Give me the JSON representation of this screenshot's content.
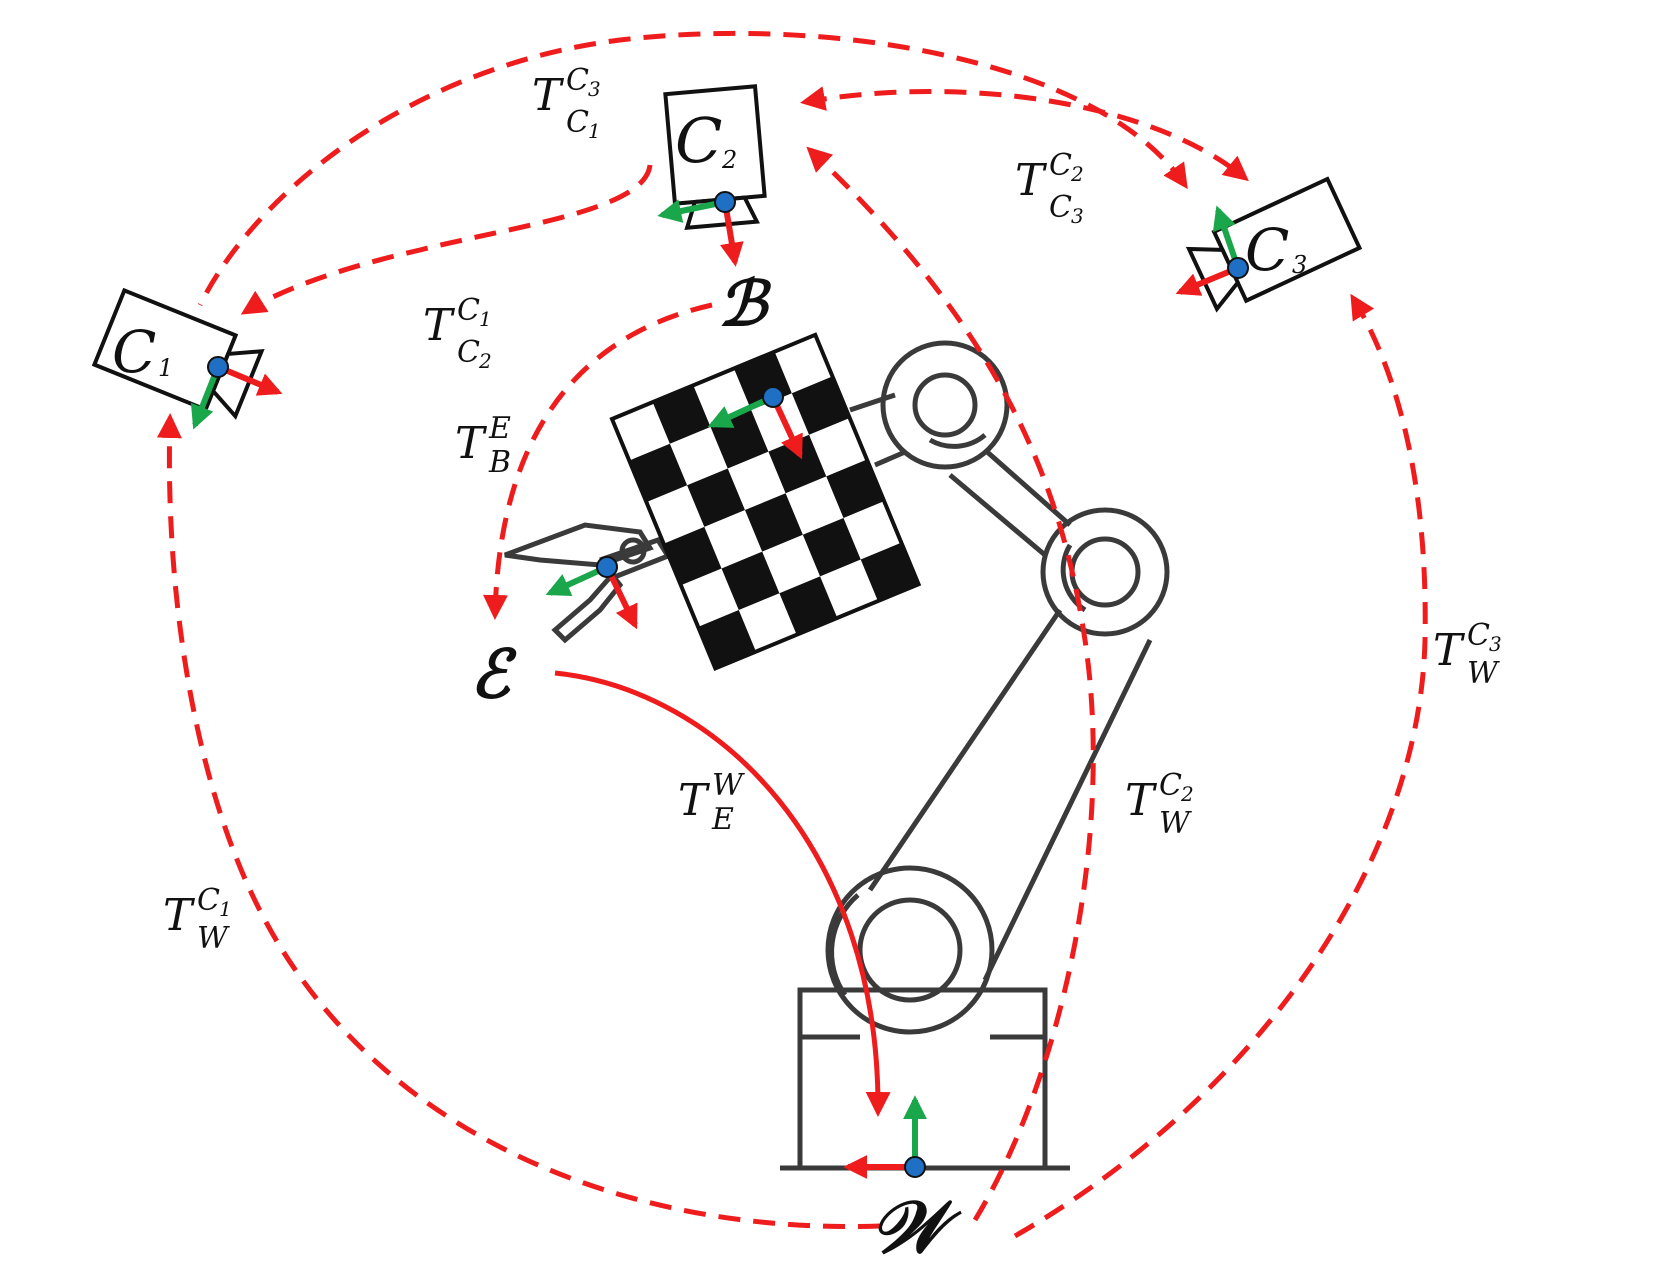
{
  "frames": {
    "c1": "C",
    "c1_sub": "1",
    "c2": "C",
    "c2_sub": "2",
    "c3": "C",
    "c3_sub": "3",
    "board": "ℬ",
    "effector": "ℰ",
    "world": "𝒲"
  },
  "transforms": [
    {
      "id": "t_c1_c3",
      "base": "T",
      "sup": "C",
      "sup_sub": "3",
      "sub": "C",
      "sub_sub": "1"
    },
    {
      "id": "t_c3_c2",
      "base": "T",
      "sup": "C",
      "sup_sub": "2",
      "sub": "C",
      "sub_sub": "3"
    },
    {
      "id": "t_c2_c1",
      "base": "T",
      "sup": "C",
      "sup_sub": "1",
      "sub": "C",
      "sub_sub": "2"
    },
    {
      "id": "t_b_e",
      "base": "T",
      "sup": "E",
      "sup_sub": "",
      "sub": "B",
      "sub_sub": ""
    },
    {
      "id": "t_e_w",
      "base": "T",
      "sup": "W",
      "sup_sub": "",
      "sub": "E",
      "sub_sub": ""
    },
    {
      "id": "t_w_c1",
      "base": "T",
      "sup": "C",
      "sup_sub": "1",
      "sub": "W",
      "sub_sub": ""
    },
    {
      "id": "t_w_c2",
      "base": "T",
      "sup": "C",
      "sup_sub": "2",
      "sub": "W",
      "sub_sub": ""
    },
    {
      "id": "t_w_c3",
      "base": "T",
      "sup": "C",
      "sup_sub": "3",
      "sub": "W",
      "sub_sub": ""
    }
  ],
  "colors": {
    "transform_arrow": "#ee1c1c",
    "axis_x": "#ee1c1c",
    "axis_y": "#1aa64a",
    "origin": "#1f6fc4",
    "robot": "#3a3a3a"
  }
}
